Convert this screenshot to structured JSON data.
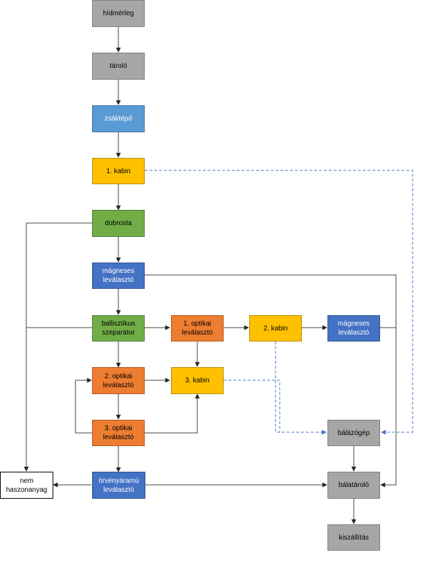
{
  "nodes": {
    "hidmerleg": "hídmérleg",
    "tarolo": "tároló",
    "zsaktepo": "zsáktépő",
    "kabin1": "1. kabin",
    "dobrosta": "dobrosta",
    "magneses1": "mágneses\nleválasztó",
    "ballisztikus": "ballisztikus\nszeparátor",
    "optikai1": "1. optikai\nleválasztó",
    "kabin2": "2. kabin",
    "magneses2": "mágneses\nleválasztó",
    "optikai2": "2. optikai\nleválasztó",
    "kabin3": "3. kabin",
    "optikai3": "3. optikai\nleválasztó",
    "balazogep": "bálázógép",
    "nem_haszonanyag": "nem\nhaszonanyag",
    "orvenyaramu": "örvényáramú\nleválasztó",
    "balatarolo": "bálatároló",
    "kiszallitas": "kiszállítás"
  },
  "colors": {
    "gray": "#a6a6a6",
    "light_blue": "#5b9bd5",
    "dark_blue": "#4472c4",
    "yellow": "#ffc000",
    "green": "#70ad47",
    "orange": "#ed7d31",
    "edge": "#404040",
    "dashed_edge": "#4472c4"
  }
}
